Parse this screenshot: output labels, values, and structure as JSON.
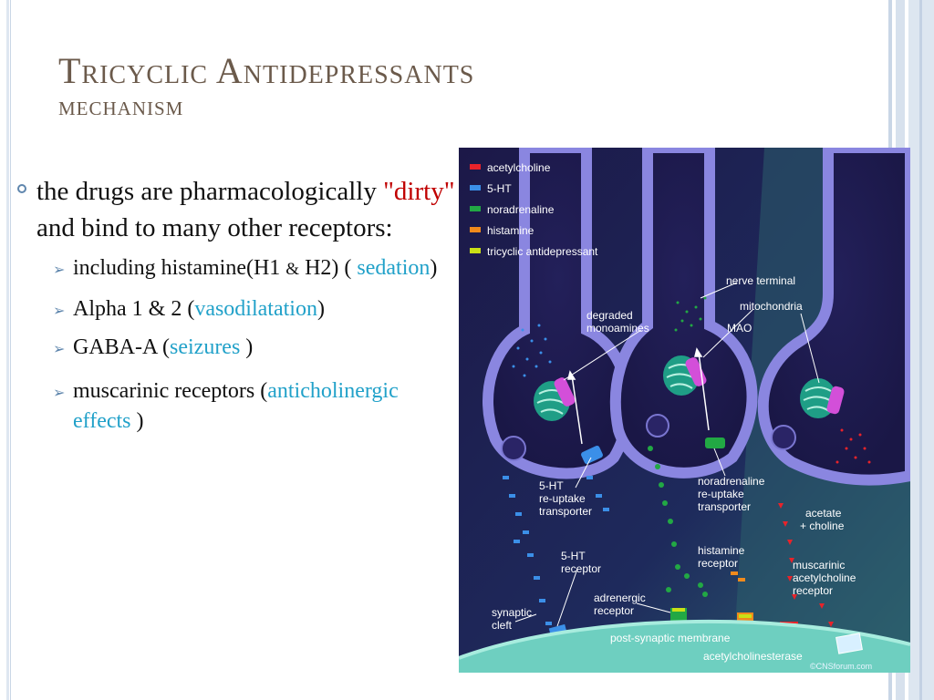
{
  "slide": {
    "title_line1": "Tricyclic Antidepressants",
    "title_line2": "mechanism"
  },
  "bullets": {
    "main_before": "the drugs are pharmacologically ",
    "main_quoted": "\"dirty\"",
    "main_after": " and bind to many other receptors:",
    "sub": [
      {
        "before": "including histamine(H1 ",
        "amp": "&",
        "middle": " H2) ( ",
        "highlight": "sedation",
        "after": ")"
      },
      {
        "before": "Alpha 1 & 2 (",
        "highlight": "vasodilatation",
        "after": ")"
      },
      {
        "before": "GABA-A  (",
        "highlight": "seizures",
        "after": " )"
      },
      {
        "before": " muscarinic receptors (",
        "highlight": "anticholinergic effects",
        "after": " )"
      }
    ]
  },
  "figure": {
    "legend": [
      "acetylcholine",
      "5-HT",
      "noradrenaline",
      "histamine",
      "tricyclic antidepressant"
    ],
    "legend_colors": [
      "#e8232a",
      "#3b8fe8",
      "#22a844",
      "#f08a1c",
      "#c9e016"
    ],
    "labels": {
      "nerve_terminal": "nerve terminal",
      "mitochondria": "mitochondria",
      "degraded_1": "degraded",
      "degraded_2": "monoamines",
      "mao": "MAO",
      "ht_reuptake_1": "5-HT",
      "ht_reuptake_2": "re-uptake",
      "ht_reuptake_3": "transporter",
      "na_reuptake_1": "noradrenaline",
      "na_reuptake_2": "re-uptake",
      "na_reuptake_3": "transporter",
      "acetate_1": "acetate",
      "acetate_2": "+ choline",
      "ht_receptor_1": "5-HT",
      "ht_receptor_2": "receptor",
      "histamine_receptor_1": "histamine",
      "histamine_receptor_2": "receptor",
      "muscarinic_1": "muscarinic",
      "muscarinic_2": "acetylcholine",
      "muscarinic_3": "receptor",
      "adrenergic_1": "adrenergic",
      "adrenergic_2": "receptor",
      "synaptic_1": "synaptic",
      "synaptic_2": "cleft",
      "post_synaptic": "post-synaptic membrane",
      "ache": "acetylcholinesterase",
      "credit": "©CNSforum.com"
    }
  }
}
